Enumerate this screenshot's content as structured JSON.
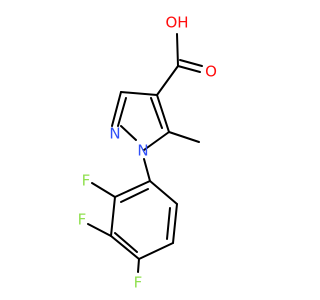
{
  "molecule": {
    "labels": {
      "oh": "OH",
      "o": "O",
      "n2": "N",
      "n1": "N",
      "f1": "F",
      "f2": "F",
      "f3": "F"
    },
    "colors": {
      "oxygen": "#ff0d0d",
      "nitrogen": "#3050f8",
      "fluorine": "#90e050",
      "bond": "#000000"
    }
  }
}
